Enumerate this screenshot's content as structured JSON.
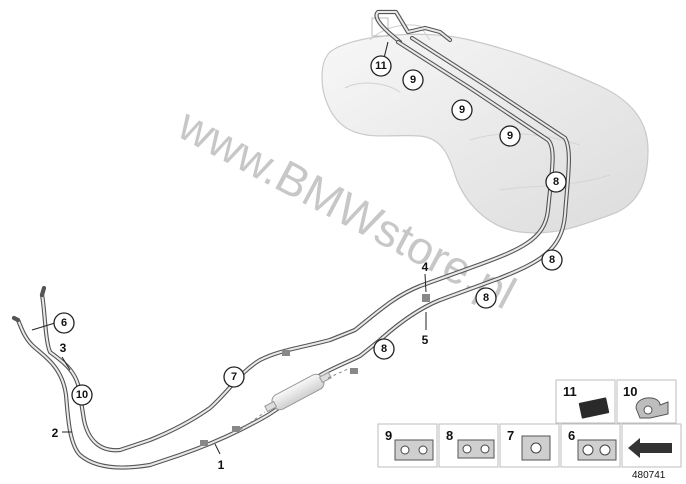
{
  "watermark": "www.BMWstore.pl",
  "document_number": "480741",
  "callouts": {
    "c1": "1",
    "c2": "2",
    "c3": "3",
    "c4": "4",
    "c5": "5",
    "c6": "6",
    "c7": "7",
    "c8a": "8",
    "c8b": "8",
    "c8c": "8",
    "c8d": "8",
    "c9a": "9",
    "c9b": "9",
    "c9c": "9",
    "c10": "10",
    "c11": "11"
  },
  "legend": {
    "box11": "11",
    "box10": "10",
    "box9": "9",
    "box8": "8",
    "box7": "7",
    "box6": "6"
  }
}
